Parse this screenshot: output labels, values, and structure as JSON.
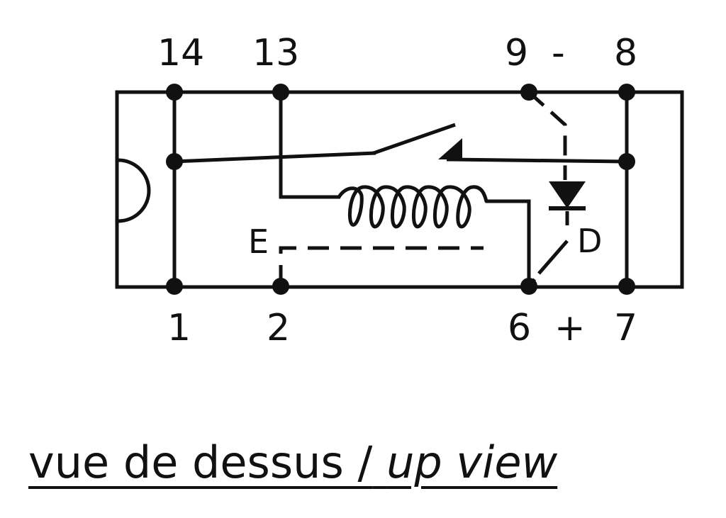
{
  "pins": {
    "p14": "14",
    "p13": "13",
    "p9": "9",
    "p8": "8",
    "p1": "1",
    "p2": "2",
    "p6": "6",
    "p7": "7"
  },
  "polarity": {
    "minus": "-",
    "plus": "+"
  },
  "labels": {
    "e": "E",
    "d": "D"
  },
  "caption": {
    "french": "vue de dessus /",
    "english": "up view"
  },
  "colors": {
    "ink": "#111111",
    "background": "#ffffff"
  }
}
